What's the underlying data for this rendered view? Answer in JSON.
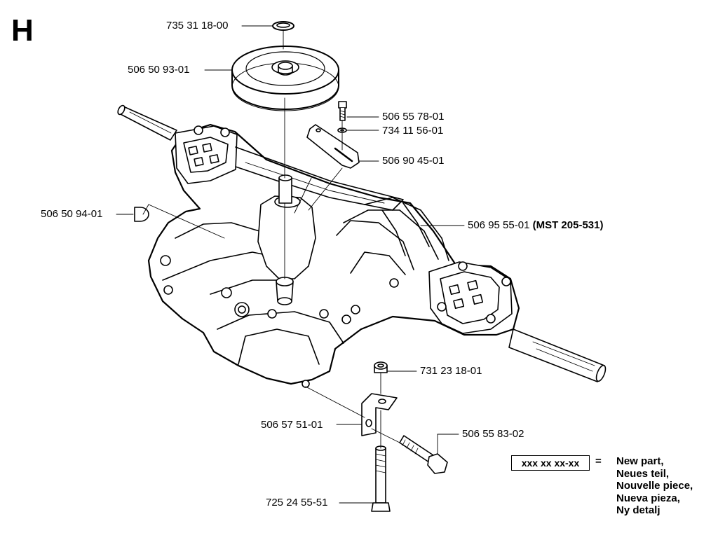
{
  "section": "H",
  "parts": [
    {
      "id": "clip",
      "number": "735 31 18-00"
    },
    {
      "id": "pulley",
      "number": "506 50 93-01"
    },
    {
      "id": "screw",
      "number": "506 55 78-01"
    },
    {
      "id": "washer",
      "number": "734 11 56-01"
    },
    {
      "id": "arm",
      "number": "506 90 45-01"
    },
    {
      "id": "key",
      "number": "506 50 94-01"
    },
    {
      "id": "transaxle",
      "number": "506 95 55-01",
      "note": "(MST 205-531)"
    },
    {
      "id": "nut",
      "number": "731 23 18-01"
    },
    {
      "id": "bracket",
      "number": "506 57 51-01"
    },
    {
      "id": "bolt-short",
      "number": "506 55 83-02"
    },
    {
      "id": "bolt-long",
      "number": "725 24 55-51"
    }
  ],
  "legend": {
    "code": "xxx xx xx-xx",
    "equals": "=",
    "lines": [
      "New part,",
      "Neues teil,",
      "Nouvelle piece,",
      "Nueva pieza,",
      "Ny detalj"
    ]
  }
}
